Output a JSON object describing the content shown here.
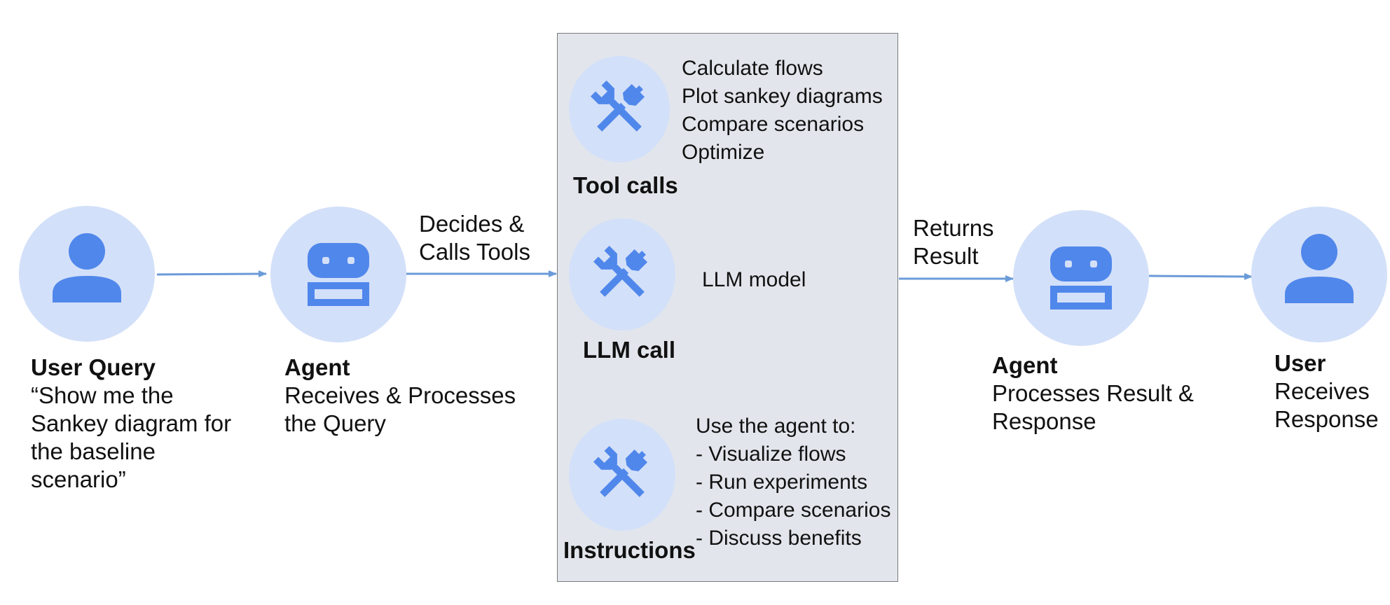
{
  "colors": {
    "circle_fill": "#d3e0f9",
    "icon_blue": "#5087eb",
    "arrow": "#6b9bd8",
    "panel_fill": "#e2e6ec",
    "panel_border": "#7a7a7a"
  },
  "nodes": {
    "user_query": {
      "icon": "person-icon",
      "title": "User Query",
      "lines": [
        "“Show me the",
        "Sankey diagram for",
        "the baseline",
        "scenario”"
      ]
    },
    "agent_in": {
      "icon": "robot-icon",
      "title": "Agent",
      "lines": [
        "Receives & Processes",
        "the Query"
      ]
    },
    "agent_out": {
      "icon": "robot-icon",
      "title": "Agent",
      "lines": [
        "Processes Result &",
        "Response"
      ]
    },
    "user_final": {
      "icon": "person-icon",
      "title": "User",
      "lines": [
        "Receives",
        "Response"
      ]
    }
  },
  "edges": {
    "calls": {
      "lines": [
        "Decides &",
        "Calls Tools"
      ]
    },
    "returns": {
      "lines": [
        "Returns",
        "Result"
      ]
    }
  },
  "panel": {
    "tool_calls": {
      "icon": "tools-icon",
      "title": "Tool calls",
      "items": [
        "Calculate flows",
        "Plot sankey diagrams",
        "Compare scenarios",
        "Optimize"
      ]
    },
    "llm_call": {
      "icon": "tools-icon",
      "title": "LLM call",
      "items": [
        "LLM model"
      ]
    },
    "instructions": {
      "icon": "tools-icon",
      "title": "Instructions",
      "items": [
        "Use the agent to:",
        "- Visualize flows",
        "- Run experiments",
        "- Compare scenarios",
        "- Discuss benefits"
      ]
    }
  }
}
